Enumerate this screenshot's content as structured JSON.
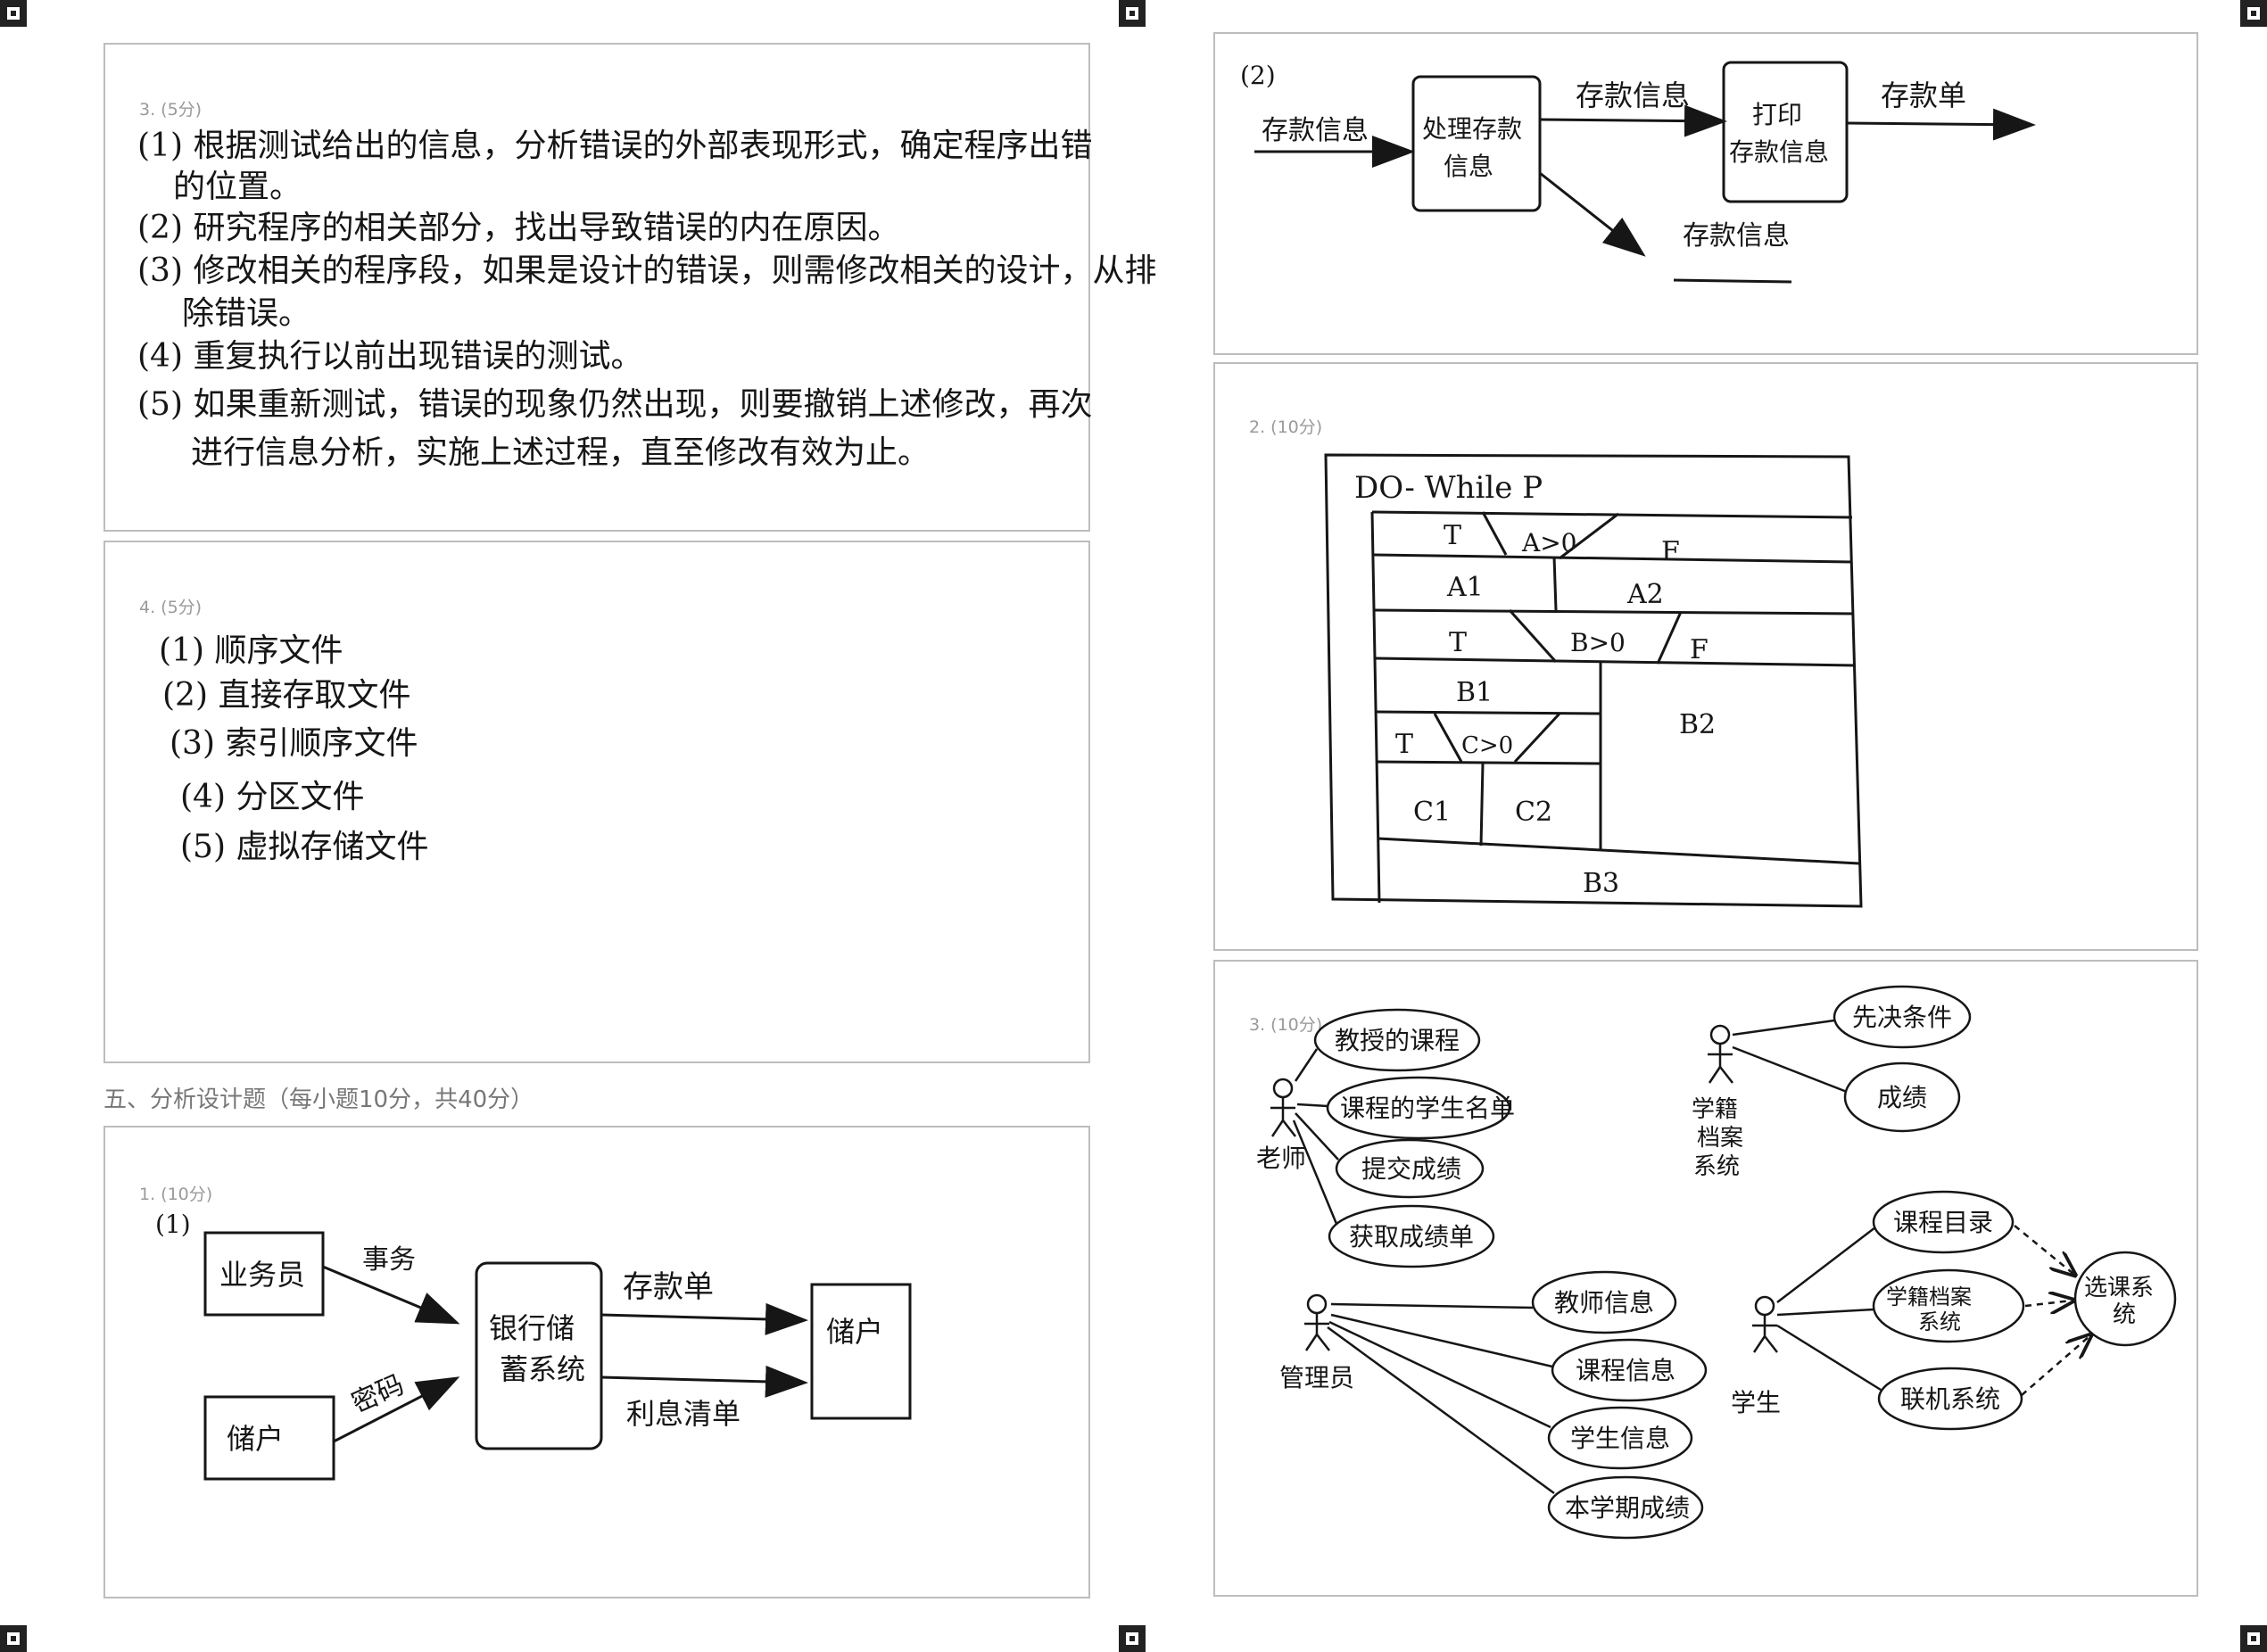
{
  "left": {
    "q3": {
      "label": "3. (5分)",
      "lines": [
        "(1) 根据测试给出的信息，分析错误的外部表现形式，确定程序出错",
        "的位置。",
        "(2) 研究程序的相关部分，找出导致错误的内在原因。",
        "(3) 修改相关的程序段，如果是设计的错误，则需修改相关的设计，从排",
        "除错误。",
        "(4) 重复执行以前出现错误的测试。",
        "(5) 如果重新测试，错误的现象仍然出现，则要撤销上述修改，再次",
        "进行信息分析，实施上述过程，直至修改有效为止。"
      ]
    },
    "q4": {
      "label": "4. (5分)",
      "lines": [
        "(1) 顺序文件",
        "(2) 直接存取文件",
        "(3) 索引顺序文件",
        "(4) 分区文件",
        "(5) 虚拟存储文件"
      ]
    },
    "section5_title": "五、分析设计题（每小题10分，共40分）",
    "q1": {
      "label": "1. (10分)",
      "sub": "(1)",
      "nodes": {
        "clerk": "业务员",
        "system": "银行储蓄系统",
        "depositor_in": "储户",
        "depositor_out": "储户"
      },
      "flows": {
        "transaction": "事务",
        "password": "密码",
        "deposit_slip": "存款单",
        "interest_list": "利息清单"
      }
    }
  },
  "right": {
    "q1_2": {
      "sub": "(2)",
      "in_flow": "存款信息",
      "process1": "处理存款信息",
      "mid_flow": "存款信息",
      "process2": "打印存款信息",
      "out_flow": "存款单",
      "store_flow": "存款信息"
    },
    "q2": {
      "label": "2. (10分)",
      "loop": "DO- While P",
      "cond_a": "A>0",
      "a1": "A1",
      "a2": "A2",
      "cond_b": "B>0",
      "b1": "B1",
      "b2": "B2",
      "cond_c": "C>0",
      "c1": "C1",
      "c2": "C2",
      "b3": "B3",
      "t": "T",
      "f": "F"
    },
    "q3": {
      "label": "3. (10分)",
      "actors": {
        "teacher": "老师",
        "registry": "学籍档案系统",
        "admin": "管理员",
        "student": "学生"
      },
      "teacher_uc": [
        "教授的课程",
        "课程的学生名单",
        "提交成绩",
        "获取成绩单"
      ],
      "registry_uc": [
        "先决条件",
        "成绩"
      ],
      "admin_uc": [
        "教师信息",
        "课程信息",
        "学生信息",
        "本学期成绩"
      ],
      "student_uc": [
        "课程目录",
        "学籍档案系统",
        "联机系统"
      ],
      "target_uc": "选课系统"
    }
  }
}
